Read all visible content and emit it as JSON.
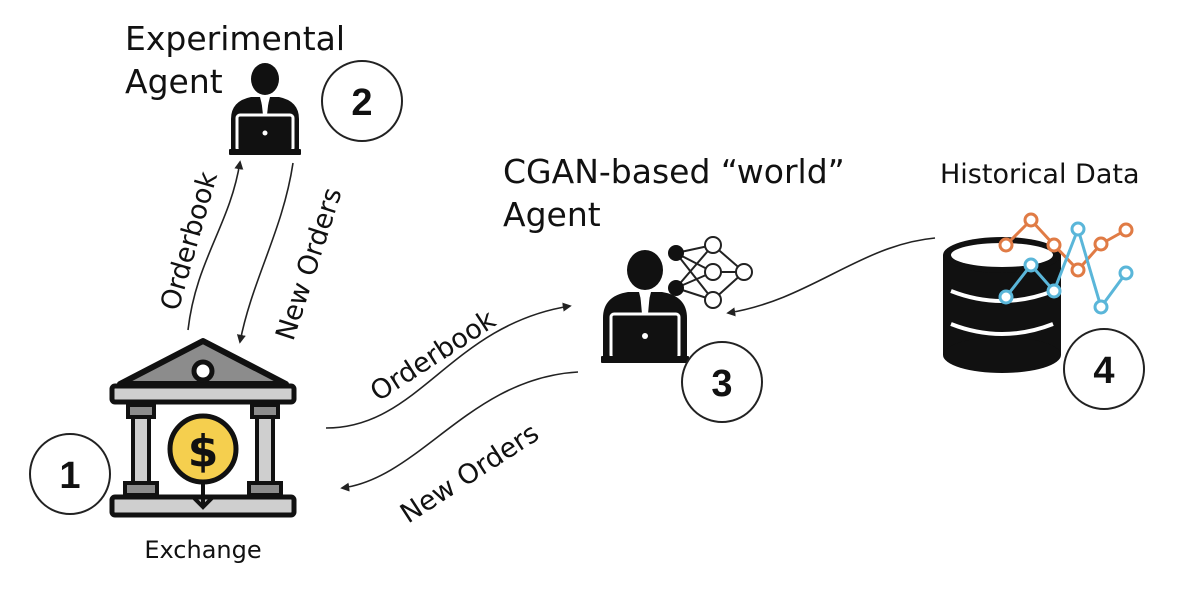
{
  "labels": {
    "experimental_agent": [
      "Experimental",
      "Agent"
    ],
    "world_agent": [
      "CGAN-based “world”",
      "Agent"
    ],
    "historical_data": "Historical Data",
    "exchange": "Exchange"
  },
  "flows": {
    "exchange_to_experimental": "Orderbook",
    "experimental_to_exchange": "New Orders",
    "exchange_to_world": "Orderbook",
    "world_to_exchange": "New Orders"
  },
  "badges": {
    "exchange": "1",
    "experimental_agent": "2",
    "world_agent": "3",
    "historical_data": "4"
  },
  "icons": {
    "agent": "person-at-laptop-icon",
    "network": "neural-network-icon",
    "database": "database-icon",
    "exchange": "bank-dollar-icon",
    "currency_symbol": "$"
  },
  "colors": {
    "ink": "#111111",
    "currency_coin": "#f5cf4e",
    "bank_gray": "#8c8c8c",
    "bank_light": "#cfcfcf",
    "line_orange": "#e07b45",
    "line_blue": "#5ab6d9"
  }
}
